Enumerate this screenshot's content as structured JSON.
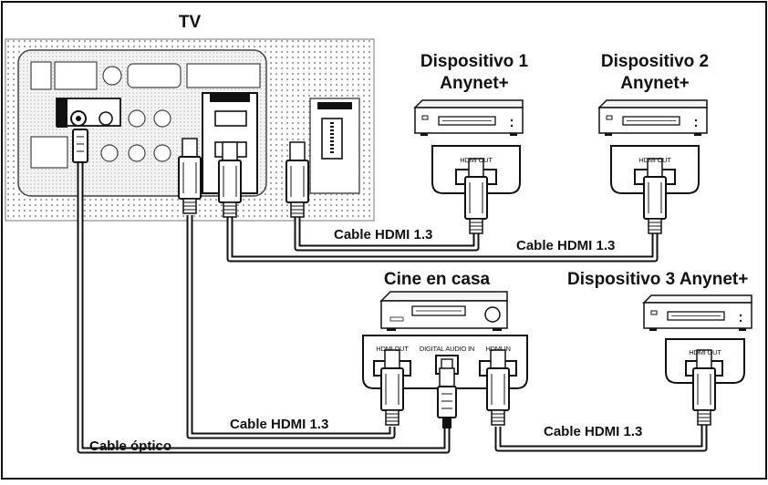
{
  "title": "TV",
  "devices": {
    "device1": {
      "line1": "Dispositivo 1",
      "line2": "Anynet+"
    },
    "device2": {
      "line1": "Dispositivo 2",
      "line2": "Anynet+"
    },
    "device3": {
      "label": "Dispositivo 3 Anynet+"
    },
    "home_theater": {
      "label": "Cine en casa"
    }
  },
  "ports": {
    "hdmi_out": "HDMI OUT",
    "digital_audio_in": "DIGITAL AUDIO IN",
    "hdmi_in": "HDMI IN"
  },
  "cables": {
    "hdmi_a": "Cable HDMI 1.3",
    "hdmi_b": "Cable HDMI 1.3",
    "hdmi_c": "Cable HDMI 1.3",
    "hdmi_d": "Cable HDMI 1.3",
    "optical": "Cable óptico"
  }
}
